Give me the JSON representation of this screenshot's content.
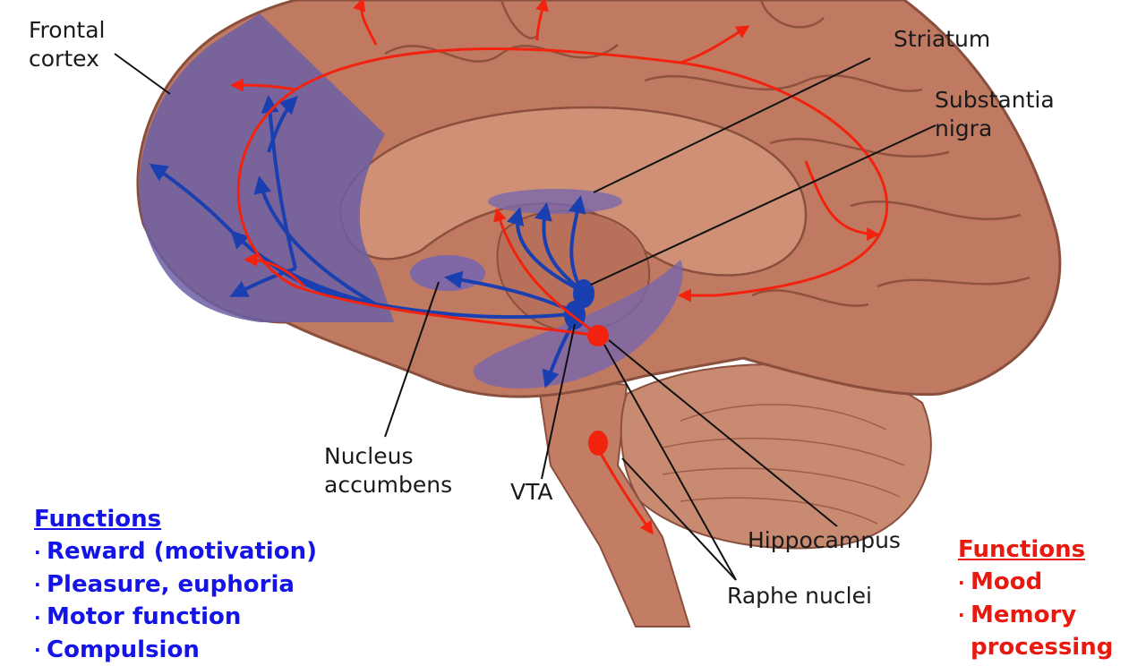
{
  "labels": {
    "frontal_cortex": [
      "Frontal",
      "cortex"
    ],
    "striatum": "Striatum",
    "substantia_nigra": [
      "Substantia",
      "nigra"
    ],
    "nucleus_accumbens": [
      "Nucleus",
      "accumbens"
    ],
    "vta": "VTA",
    "hippocampus": "Hippocampus",
    "raphe_nuclei": "Raphe nuclei"
  },
  "dopamine_functions": {
    "title": "Functions",
    "bullet": "·",
    "items": [
      "Reward (motivation)",
      "Pleasure, euphoria",
      "Motor function",
      "Compulsion"
    ]
  },
  "serotonin_functions": {
    "title": "Functions",
    "bullet": "·",
    "items": [
      "Mood",
      "Memory",
      "processing"
    ]
  },
  "colors": {
    "brain_tissue": "#c07a62",
    "dopamine_pathway": "#1a3fb0",
    "serotonin_pathway": "#f2220e",
    "dopamine_region": "#6b5fa5"
  }
}
